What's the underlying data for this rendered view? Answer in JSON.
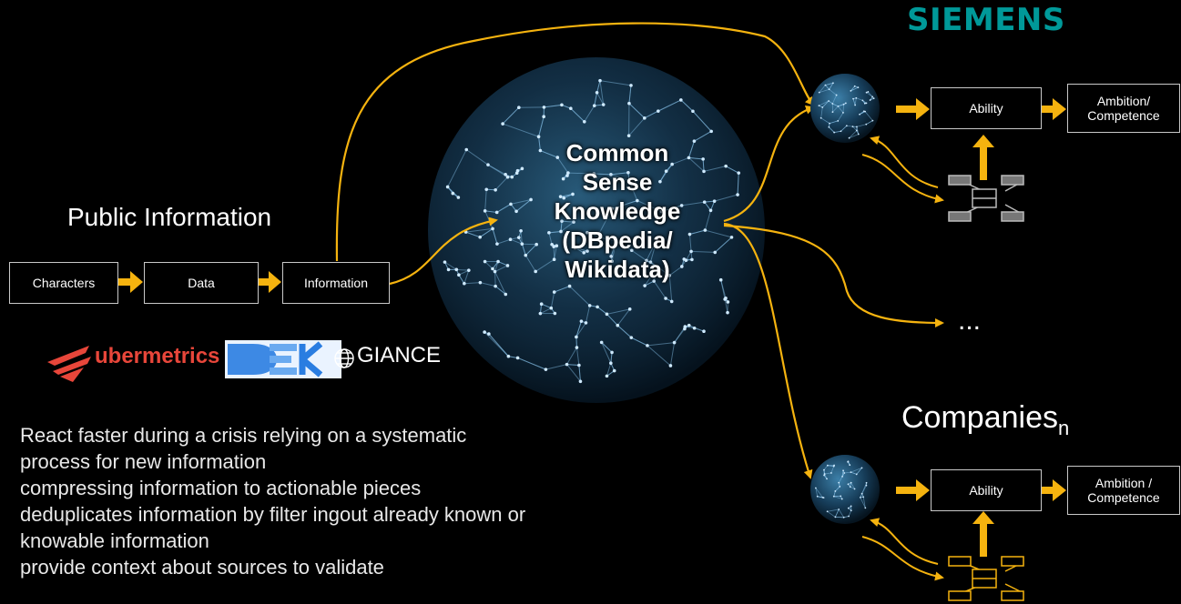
{
  "brand": {
    "logo_text": "SIEMENS",
    "color": "#009999"
  },
  "public_information": {
    "heading": "Public Information",
    "steps": [
      "Characters",
      "Data",
      "Information"
    ]
  },
  "center": {
    "lines": [
      "Common",
      "Sense",
      "Knowledge",
      "(DBpedia/",
      "Wikidata)"
    ]
  },
  "partner_logos": {
    "ubermetrics": "ubermetrics",
    "dek": "DEK",
    "giance": "GIANCE"
  },
  "company_top": {
    "ability": "Ability",
    "ambition": "Ambition/ Competence"
  },
  "more": "...",
  "companies_label": {
    "text": "Companies",
    "subscript": "n"
  },
  "company_bottom": {
    "ability": "Ability",
    "ambition": "Ambition / Competence"
  },
  "bullets": [
    "React faster during a crisis relying on a systematic",
    "process for new information",
    "compressing information to actionable pieces",
    "deduplicates information by filter ingout already known or",
    "knowable information",
    "provide context about sources to validate"
  ],
  "colors": {
    "arrow": "#f5b30f",
    "box_border": "#c9c9c9",
    "globe": "#2d6f9a",
    "node": "#bfe3ff"
  },
  "icons": [
    "globe-network-icon",
    "device-network-icon",
    "arrow-icon"
  ]
}
